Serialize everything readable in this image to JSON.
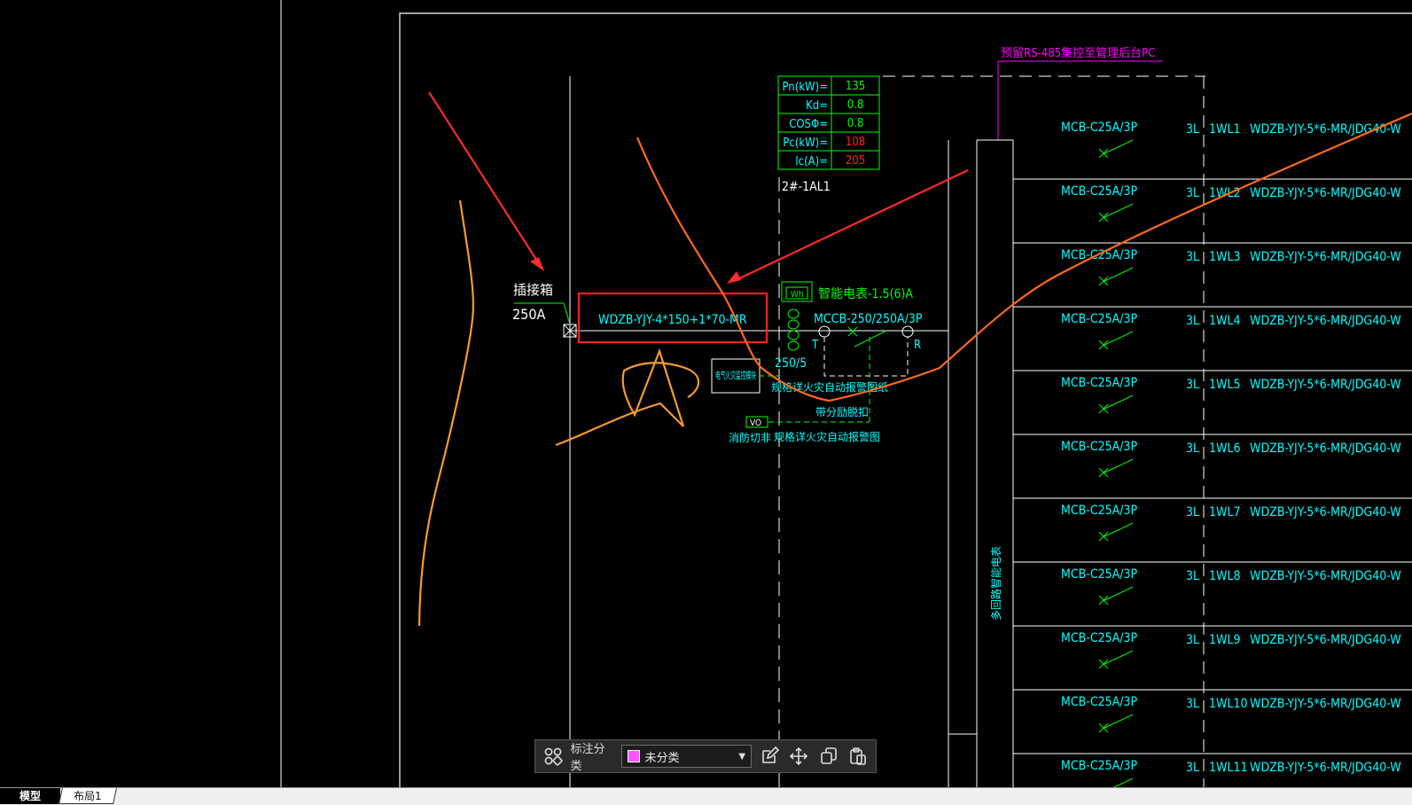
{
  "colors": {
    "background": "#000000",
    "line_white": "#ffffff",
    "green": "#00ff00",
    "cyan": "#00ffff",
    "magenta": "#ff00ff",
    "red": "#ff2020",
    "orange_markup": "#ff6a1a",
    "orange_handdraw": "#f59b2e",
    "arrow_red": "#ff2a2a",
    "swatch_magenta": "#ff55ff"
  },
  "drawing": {
    "rs485_label": "预留RS-485集控至管理后台PC",
    "load_table": [
      {
        "label": "Pn(kW)=",
        "value": "135",
        "value_color": "green"
      },
      {
        "label": "Kd=",
        "value": "0.8",
        "value_color": "green"
      },
      {
        "label": "COSΦ=",
        "value": "0.8",
        "value_color": "green"
      },
      {
        "label": "Pc(kW)=",
        "value": "108",
        "value_color": "red"
      },
      {
        "label": "Ic(A)=",
        "value": "205",
        "value_color": "red"
      }
    ],
    "panel_name": "2#-1AL1",
    "plug_box_label": "插接箱",
    "plug_box_rating": "250A",
    "incoming_cable": "WDZB-YJY-4*150+1*70-MR",
    "meter_symbol": "Wh",
    "meter_label": "智能电表-1.5(6)A",
    "main_breaker": "MCCB-250/250A/3P",
    "ct_label_t": "T",
    "ct_label_r": "R",
    "ct_ratio": "250/5",
    "fire_module": "电气火灾监控模块",
    "note_fire_alarm": "规格详火灾自动报警图纸",
    "shunt_trip": "带分励脱扣",
    "vo_symbol": "VO",
    "fire_cut": "消防切非",
    "note_fire_alarm2": "规格详火灾自动报警图",
    "multi_meter": "多回路智能电表",
    "feeders": [
      {
        "breaker": "MCB-C25A/3P",
        "phase": "3L",
        "circuit": "1WL1",
        "cable": "WDZB-YJY-5*6-MR/JDG40-W"
      },
      {
        "breaker": "MCB-C25A/3P",
        "phase": "3L",
        "circuit": "1WL2",
        "cable": "WDZB-YJY-5*6-MR/JDG40-W"
      },
      {
        "breaker": "MCB-C25A/3P",
        "phase": "3L",
        "circuit": "1WL3",
        "cable": "WDZB-YJY-5*6-MR/JDG40-W"
      },
      {
        "breaker": "MCB-C25A/3P",
        "phase": "3L",
        "circuit": "1WL4",
        "cable": "WDZB-YJY-5*6-MR/JDG40-W"
      },
      {
        "breaker": "MCB-C25A/3P",
        "phase": "3L",
        "circuit": "1WL5",
        "cable": "WDZB-YJY-5*6-MR/JDG40-W"
      },
      {
        "breaker": "MCB-C25A/3P",
        "phase": "3L",
        "circuit": "1WL6",
        "cable": "WDZB-YJY-5*6-MR/JDG40-W"
      },
      {
        "breaker": "MCB-C25A/3P",
        "phase": "3L",
        "circuit": "1WL7",
        "cable": "WDZB-YJY-5*6-MR/JDG40-W"
      },
      {
        "breaker": "MCB-C25A/3P",
        "phase": "3L",
        "circuit": "1WL8",
        "cable": "WDZB-YJY-5*6-MR/JDG40-W"
      },
      {
        "breaker": "MCB-C25A/3P",
        "phase": "3L",
        "circuit": "1WL9",
        "cable": "WDZB-YJY-5*6-MR/JDG40-W"
      },
      {
        "breaker": "MCB-C25A/3P",
        "phase": "3L",
        "circuit": "1WL10",
        "cable": "WDZB-YJY-5*6-MR/JDG40-W"
      },
      {
        "breaker": "MCB-C25A/3P",
        "phase": "3L",
        "circuit": "1WL11",
        "cable": "WDZB-YJY-5*6-MR/JDG40-W"
      }
    ]
  },
  "toolbar": {
    "grid_icon": "apps-grid-icon",
    "category_label": "标注分类",
    "selected_category": "未分类",
    "edit_icon": "edit-icon",
    "move_icon": "move-icon",
    "copy_icon": "copy-icon",
    "paste_icon": "paste-icon"
  },
  "tabs": [
    {
      "label": "模型",
      "active": true
    },
    {
      "label": "布局1",
      "active": false
    }
  ]
}
